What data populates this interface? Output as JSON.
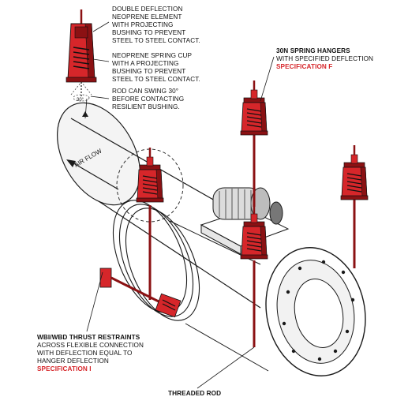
{
  "colors": {
    "hanger_red": "#d6262a",
    "hanger_dark": "#8b1113",
    "line": "#1a1a1a",
    "spec_text": "#d6262a"
  },
  "callouts": {
    "double_deflection": [
      "DOUBLE DEFLECTION",
      "NEOPRENE ELEMENT",
      "WITH PROJECTING",
      "BUSHING TO PREVENT",
      "STEEL TO STEEL CONTACT."
    ],
    "spring_cup": [
      "NEOPRENE SPRING CUP",
      "WITH A PROJECTING",
      "BUSHING TO PREVENT",
      "STEEL TO STEEL CONTACT."
    ],
    "rod_swing": [
      "ROD CAN SWING 30°",
      "BEFORE CONTACTING",
      "RESILIENT BUSHING."
    ],
    "spring_hangers": {
      "title": "30N SPRING HANGERS",
      "line1": "WITH SPECIFIED DEFLECTION",
      "spec": "SPECIFICATION F"
    },
    "thrust_restraints": {
      "title": "WBI/WBD THRUST RESTRAINTS",
      "line1": "ACROSS FLEXIBLE CONNECTION",
      "line2": "WITH DEFLECTION EQUAL TO",
      "line3": "HANGER DEFLECTION",
      "spec": "SPECIFICATION I"
    },
    "threaded_rod": "THREADED ROD",
    "air_flow": "AIR FLOW",
    "angle": "30°"
  }
}
